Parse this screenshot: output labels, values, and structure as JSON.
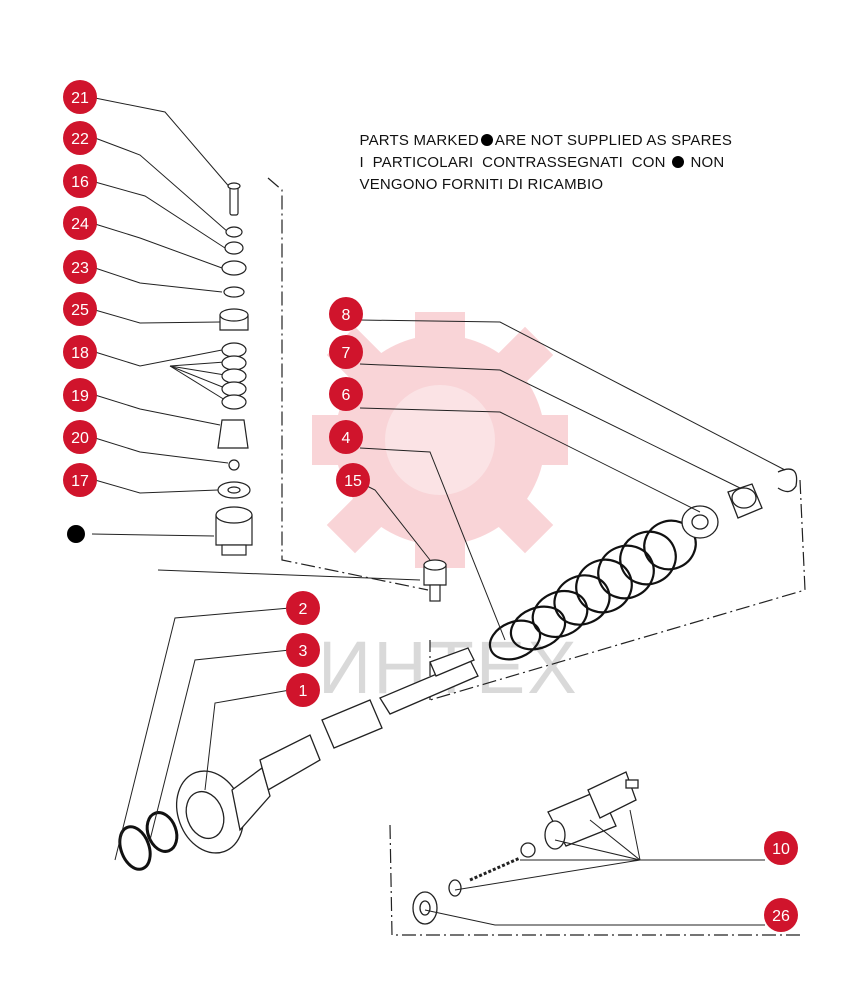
{
  "notes": {
    "line1_a": "PARTS MARKED",
    "line1_b": "ARE NOT SUPPLIED AS SPARES",
    "line2_a": "I  PARTICOLARI  CONTRASSEGNATI  CON",
    "line2_b": "NON",
    "line3": "VENGONO FORNITI DI RICAMBIO"
  },
  "watermark": "ИНТЕХ",
  "callouts": {
    "c21": "21",
    "c22": "22",
    "c16": "16",
    "c24": "24",
    "c23": "23",
    "c25": "25",
    "c18": "18",
    "c19": "19",
    "c20": "20",
    "c17": "17",
    "c8": "8",
    "c7": "7",
    "c6": "6",
    "c4": "4",
    "c15": "15",
    "c2": "2",
    "c3": "3",
    "c1": "1",
    "c10": "10",
    "c26": "26"
  },
  "colors": {
    "badge": "#d0142c",
    "badge_text": "#ffffff",
    "line": "#222222",
    "logo": "#e8404f"
  }
}
